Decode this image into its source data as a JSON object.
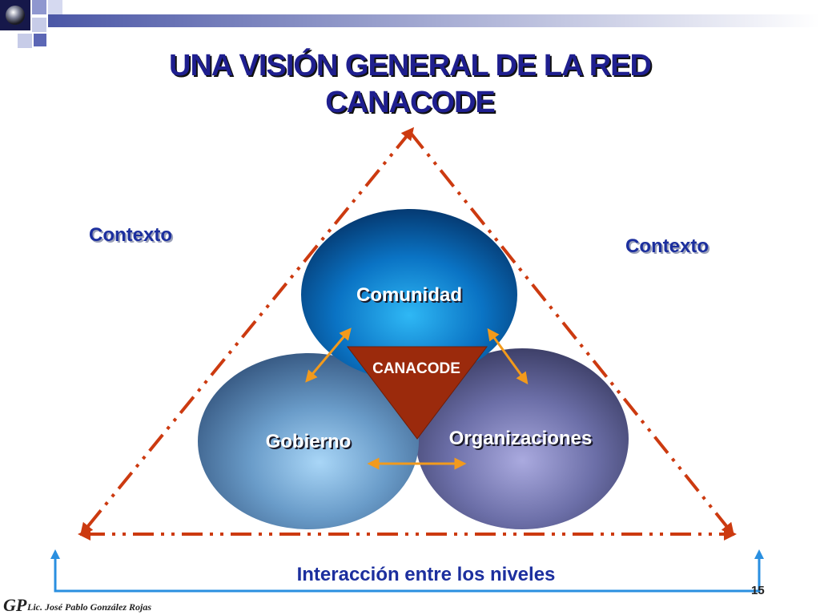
{
  "slide": {
    "title_line1": "UNA VISIÓN GENERAL DE LA RED",
    "title_line2": "CANACODE",
    "page_number": "15",
    "author": "Lic. José Pablo González Rojas",
    "logo_text": "GP"
  },
  "diagram": {
    "context_left": "Contexto",
    "context_right": "Contexto",
    "nodes": {
      "comunidad": "Comunidad",
      "gobierno": "Gobierno",
      "organizaciones": "Organizaciones",
      "center": "CANACODE"
    },
    "interaction_label": "Interacción entre los niveles"
  },
  "colors": {
    "title": "#1f1f8f",
    "accent_blue": "#1c2f9e",
    "triangle_line": "#cc3a10",
    "arrow_orange": "#f29a1c",
    "center_triangle": "#9b2a0c",
    "bracket_blue": "#2a8fe0"
  }
}
